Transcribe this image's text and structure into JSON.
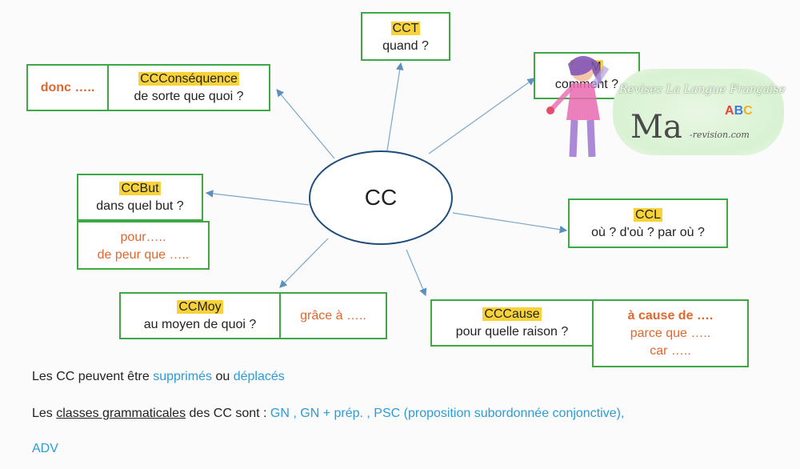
{
  "center": {
    "label": "CC"
  },
  "boxes": {
    "cct": {
      "tag": "CCT",
      "question": "quand ?"
    },
    "ccm": {
      "tag": "CCM",
      "question": "comment ?"
    },
    "ccconsequence": {
      "tag": "CCConséquence",
      "question": "de sorte que quoi ?",
      "side": "donc ….."
    },
    "ccbut": {
      "tag": "CCBut",
      "question": "dans quel but ?",
      "examples": [
        "pour…..",
        "de peur que ….."
      ]
    },
    "ccl": {
      "tag": "CCL",
      "question": "où ? d'où ? par où ?"
    },
    "ccmoy": {
      "tag": "CCMoy",
      "question": "au moyen de quoi ?",
      "side": "grâce à ….."
    },
    "cccause": {
      "tag": "CCCause",
      "question": "pour quelle raison ?",
      "examples": [
        "à cause de ….",
        "parce que …..",
        "car ….."
      ]
    }
  },
  "notes": {
    "line1": {
      "before": "Les CC peuvent être",
      "w1": "supprimés",
      "mid": "ou",
      "w2": "déplacés"
    },
    "line2": {
      "before": "Les",
      "underlined": "classes grammaticales",
      "after": "des CC sont :",
      "list": "GN , GN + prép. , PSC (proposition subordonnée conjonctive),"
    },
    "line3": {
      "list": "ADV"
    }
  },
  "logo": {
    "tagline": "Revisez La Langue Française",
    "brand": "Ma",
    "abc": "ABC",
    "site": "-revision.com"
  },
  "colors": {
    "border": "#3ea845",
    "highlight": "#f7d23b",
    "orange": "#e0672e",
    "blue": "#2e9bd6",
    "arrow": "#7aa7cc"
  }
}
